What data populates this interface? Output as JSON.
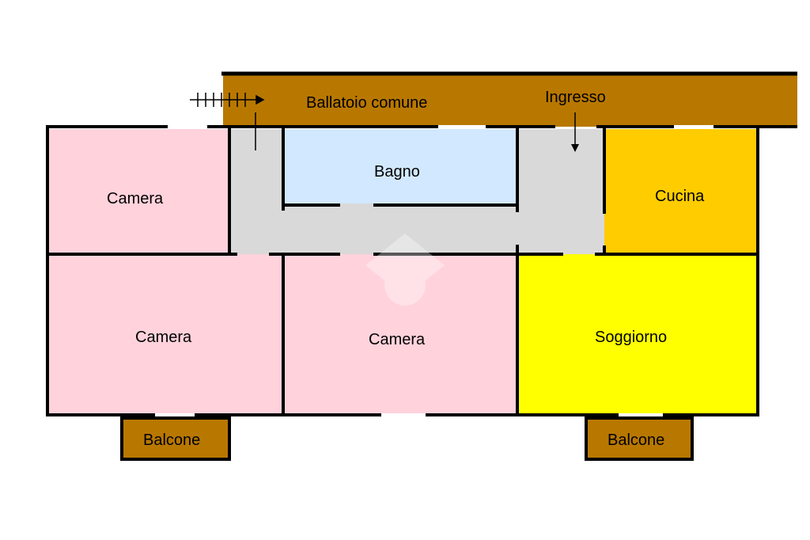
{
  "labels": {
    "ballatoio": "Ballatoio comune",
    "ingresso": "Ingresso",
    "bagno": "Bagno",
    "cucina": "Cucina",
    "camera_top_left": "Camera",
    "camera_bottom_left": "Camera",
    "camera_bottom_center": "Camera",
    "soggiorno": "Soggiorno",
    "balcone_left": "Balcone",
    "balcone_right": "Balcone"
  },
  "colors": {
    "ballatoio": "#b87800",
    "camera": "#ffd2dc",
    "bagno": "#d2e8ff",
    "corridoio": "#d9d9d9",
    "cucina": "#ffcc00",
    "soggiorno": "#ffff00",
    "balcone": "#b87800",
    "wall": "#000000"
  }
}
